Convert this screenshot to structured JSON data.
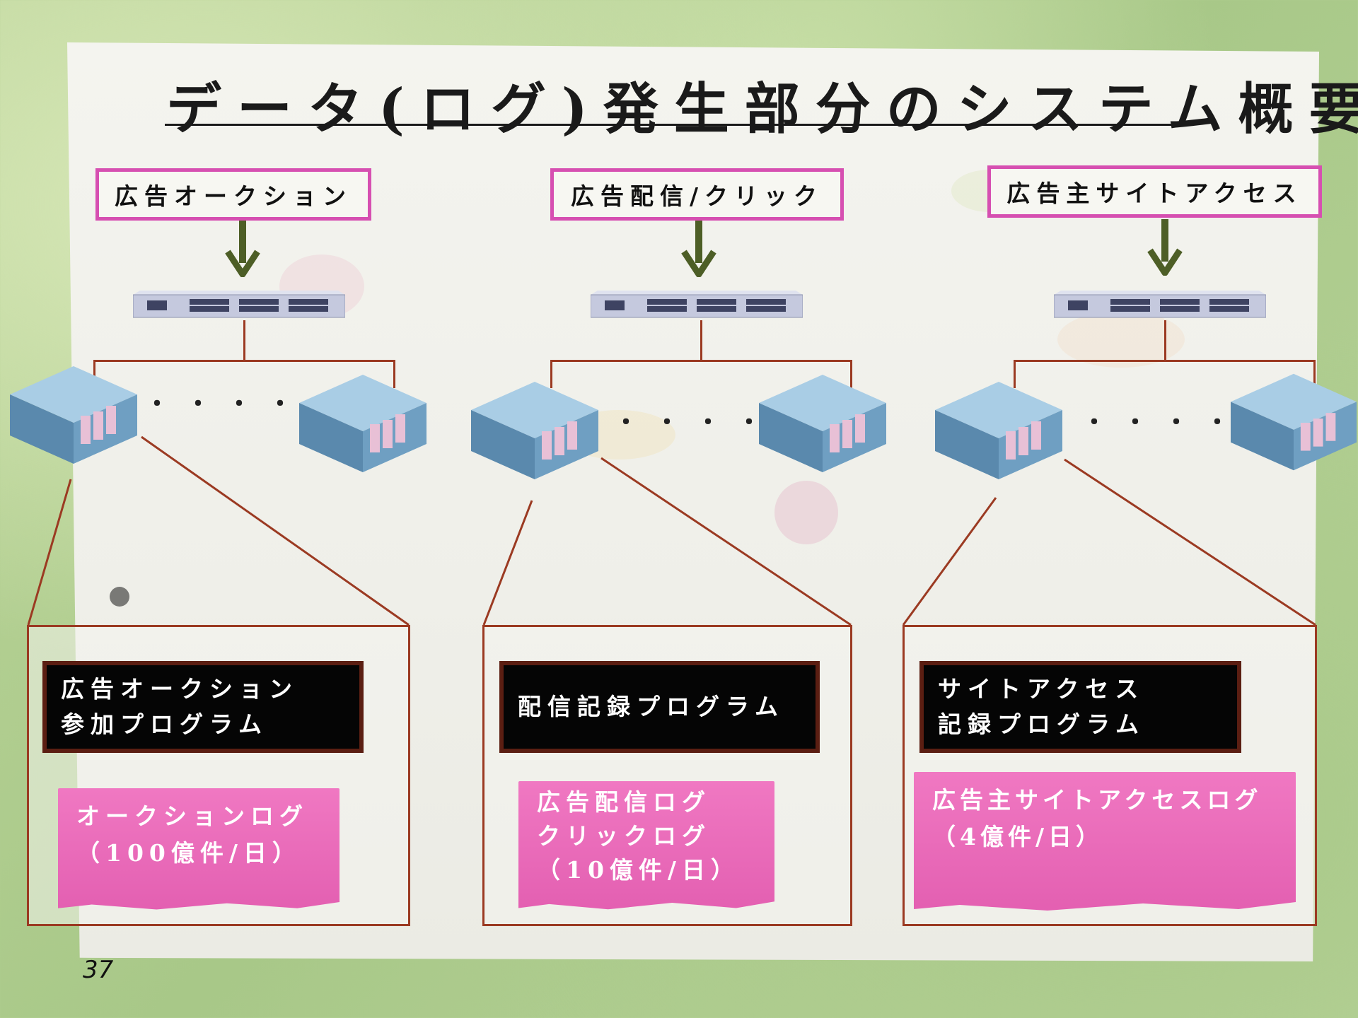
{
  "title": "データ(ログ)発生部分のシステム概要",
  "page_number": "37",
  "colors": {
    "source_border": "#d64fb1",
    "arrow": "#4d5e26",
    "connector": "#9b3a22",
    "log_fill": "#e968b9"
  },
  "columns": [
    {
      "source": "広告オークション",
      "dots": "・・・・・・",
      "program_lines": [
        "広告オークション",
        "参加プログラム"
      ],
      "log_lines": [
        "オークションログ",
        "（100億件/日）"
      ]
    },
    {
      "source": "広告配信/クリック",
      "dots": "・・・・・・",
      "program_lines": [
        "配信記録プログラム"
      ],
      "log_lines": [
        "広告配信ログ",
        "クリックログ",
        "（10億件/日）"
      ]
    },
    {
      "source": "広告主サイトアクセス",
      "dots": "・・・・・・",
      "program_lines": [
        "サイトアクセス",
        "記録プログラム"
      ],
      "log_lines": [
        "広告主サイトアクセスログ",
        "（4億件/日）"
      ]
    }
  ]
}
